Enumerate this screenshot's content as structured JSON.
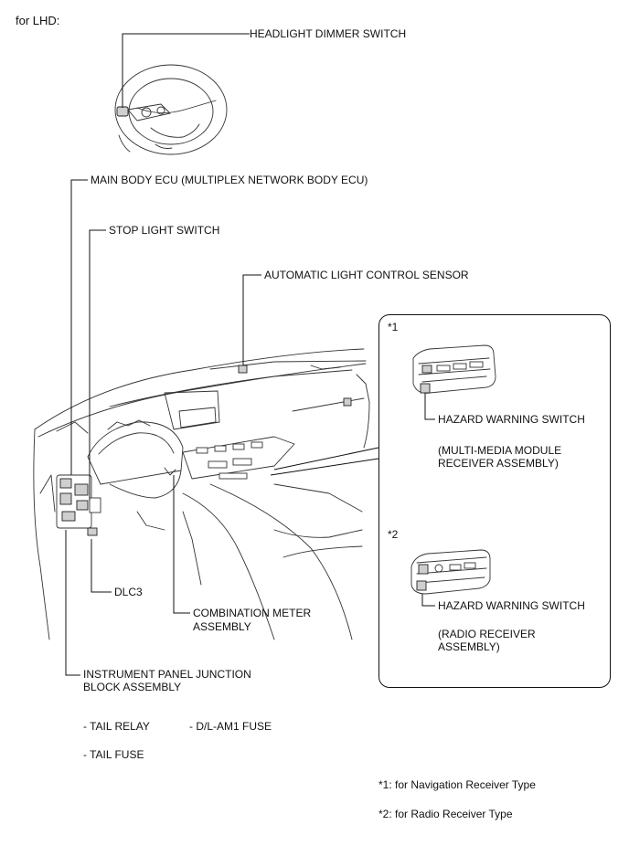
{
  "header": {
    "side_label": "for LHD:"
  },
  "labels": {
    "headlight_dimmer_switch": "HEADLIGHT DIMMER SWITCH",
    "main_body_ecu": "MAIN BODY ECU (MULTIPLEX NETWORK BODY ECU)",
    "stop_light_switch": "STOP LIGHT SWITCH",
    "automatic_light_control_sensor": "AUTOMATIC LIGHT CONTROL SENSOR",
    "dlc3": "DLC3",
    "combination_meter_line1": "COMBINATION METER",
    "combination_meter_line2": "ASSEMBLY",
    "instrument_panel_jb_line1": "INSTRUMENT PANEL JUNCTION",
    "instrument_panel_jb_line2": "BLOCK ASSEMBLY"
  },
  "jb_contents": {
    "tail_relay": "- TAIL RELAY",
    "dl_am1_fuse": "- D/L-AM1 FUSE",
    "tail_fuse": "- TAIL FUSE"
  },
  "callout": {
    "variant1": {
      "marker": "*1",
      "switch_label": "HAZARD WARNING SWITCH",
      "assembly_line1": "(MULTI-MEDIA MODULE",
      "assembly_line2": "RECEIVER ASSEMBLY)"
    },
    "variant2": {
      "marker": "*2",
      "switch_label": "HAZARD WARNING SWITCH",
      "assembly_line1": "(RADIO RECEIVER",
      "assembly_line2": "ASSEMBLY)"
    }
  },
  "footnotes": {
    "note1": "*1: for Navigation Receiver Type",
    "note2": "*2: for Radio Receiver Type"
  }
}
